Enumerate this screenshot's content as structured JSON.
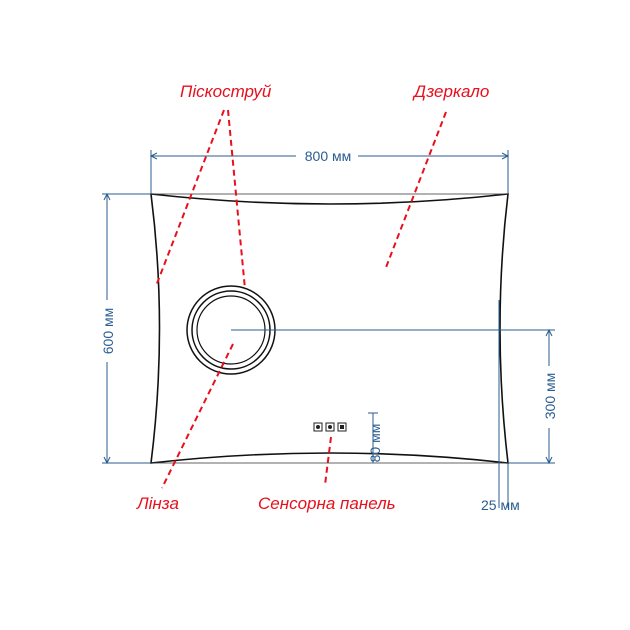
{
  "labels": {
    "sandblast": "Піскоструй",
    "mirror": "Дзеркало",
    "lens": "Лінза",
    "touch_panel": "Сенсорна панель"
  },
  "dimensions": {
    "width": "800 мм",
    "height": "600 мм",
    "center_height": "300 мм",
    "panel_offset": "80 мм",
    "edge_offset": "25 мм"
  },
  "colors": {
    "callout": "#e8101c",
    "dimension": "#2a5d8f",
    "outline": "#111111"
  },
  "icons": [
    "touch-button-icon",
    "touch-button-icon",
    "touch-button-icon"
  ]
}
